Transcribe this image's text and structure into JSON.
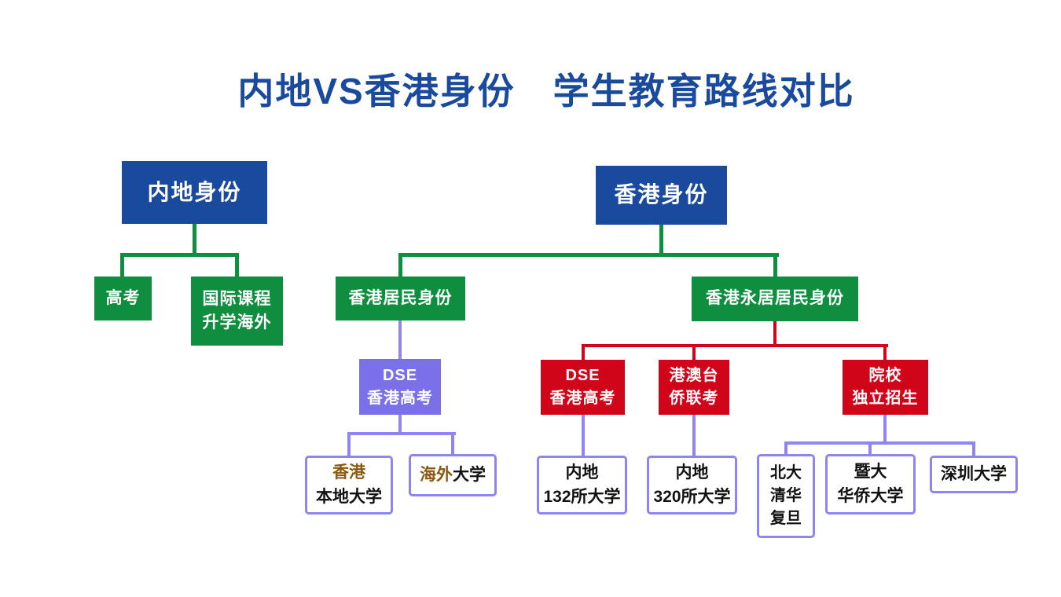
{
  "title": "内地VS香港身份　学生教育路线对比",
  "colors": {
    "blue": "#1a4a9e",
    "green": "#0e8e3e",
    "red": "#d1051a",
    "purple": "#7a71e8",
    "purple_light": "#8d85f0",
    "brown": "#8a5a10",
    "ink": "#111111"
  },
  "tree": {
    "mainland_identity": "内地身份",
    "hk_identity": "香港身份",
    "gaokao": "高考",
    "intl_course": "国际课程\n升学海外",
    "hk_resident": "香港居民身份",
    "hk_permanent_resident": "香港永居居民身份",
    "dse_purple": "DSE\n香港高考",
    "dse_red": "DSE\n香港高考",
    "gat_overseas_exam": "港澳台\n侨联考",
    "independent_admission": "院校\n独立招生",
    "hk_local_uni": {
      "accent": "香港",
      "rest": "本地大学"
    },
    "overseas_uni": {
      "accent": "海外",
      "rest": "大学"
    },
    "mainland_132": "内地\n132所大学",
    "mainland_320": "内地\n320所大学",
    "top_unis": "北大\n清华\n复旦",
    "jinan_huaqiao": "暨大\n华侨大学",
    "shenzhen_uni": "深圳大学"
  }
}
